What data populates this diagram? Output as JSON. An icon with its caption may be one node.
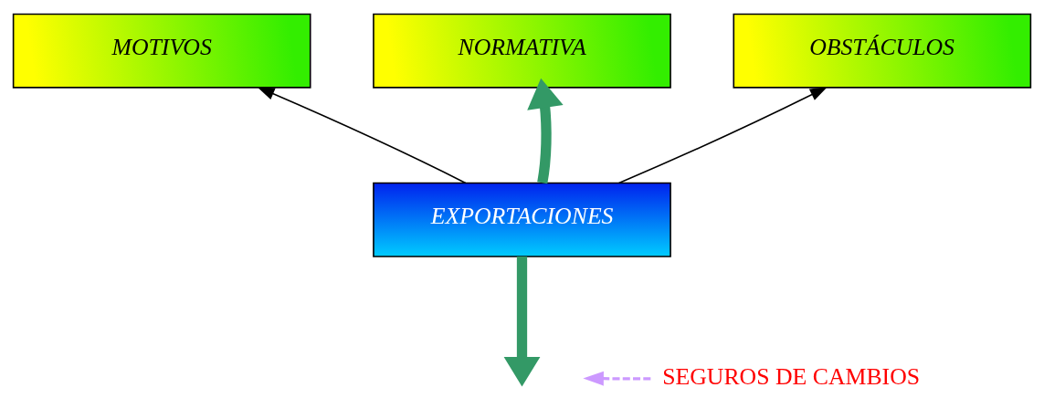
{
  "diagram": {
    "nodes": [
      {
        "text": [
          "NORMATIVA"
        ]
      },
      {
        "text": [
          "MOTIVOS"
        ]
      },
      {
        "text": [
          "OBSTÁCULOS"
        ]
      },
      {
        "text": [
          "EXPORTACIONES"
        ]
      },
      {
        "text": [
          "SEGUROS DE CAMBIOS"
        ]
      }
    ],
    "edges": [
      {
        "from": 3,
        "to": 1,
        "arrow": "to"
      },
      {
        "from": 3,
        "to": 2,
        "arrow": "to"
      },
      {
        "from": 3,
        "to": 0,
        "arrow": "to",
        "style": "thick",
        "color": "#339966"
      },
      {
        "from": 3,
        "to": null,
        "arrow": "to",
        "style": "thick",
        "color": "#339966"
      },
      {
        "from": 4,
        "to": null,
        "arrow": "to",
        "style": "dashed",
        "color": "#cc99ff"
      }
    ]
  }
}
